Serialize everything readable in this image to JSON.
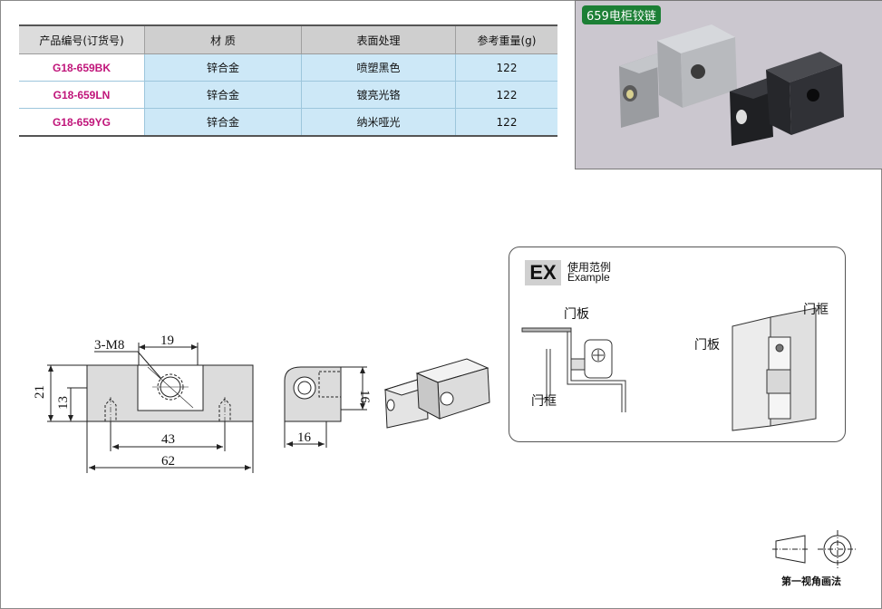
{
  "table": {
    "headers": [
      "产品编号(订货号)",
      "材  质",
      "表面处理",
      "参考重量(g)"
    ],
    "rows": [
      {
        "code": "G18-659BK",
        "material": "锌合金",
        "finish": "喷塑黑色",
        "weight": "122"
      },
      {
        "code": "G18-659LN",
        "material": "锌合金",
        "finish": "镀亮光铬",
        "weight": "122"
      },
      {
        "code": "G18-659YG",
        "material": "锌合金",
        "finish": "纳米哑光",
        "weight": "122"
      }
    ]
  },
  "photo": {
    "label": "659电柜铰链"
  },
  "dimensions": {
    "thread": "3-M8",
    "slot_width": "19",
    "height_total": "21",
    "height_hole": "13",
    "hole_spacing": "43",
    "length_total": "62",
    "side_height": "16",
    "side_width": "16"
  },
  "example": {
    "badge": "EX",
    "title": "使用范例",
    "subtitle": "Example",
    "door_panel_top": "门板",
    "door_frame_left": "门框",
    "door_frame_right": "门框",
    "door_panel_right": "门板"
  },
  "projection": {
    "label": "第一视角画法"
  },
  "colors": {
    "code_text": "#c0157a",
    "cell_bg": "#cde8f7",
    "photo_label_bg": "#1c7f35"
  }
}
